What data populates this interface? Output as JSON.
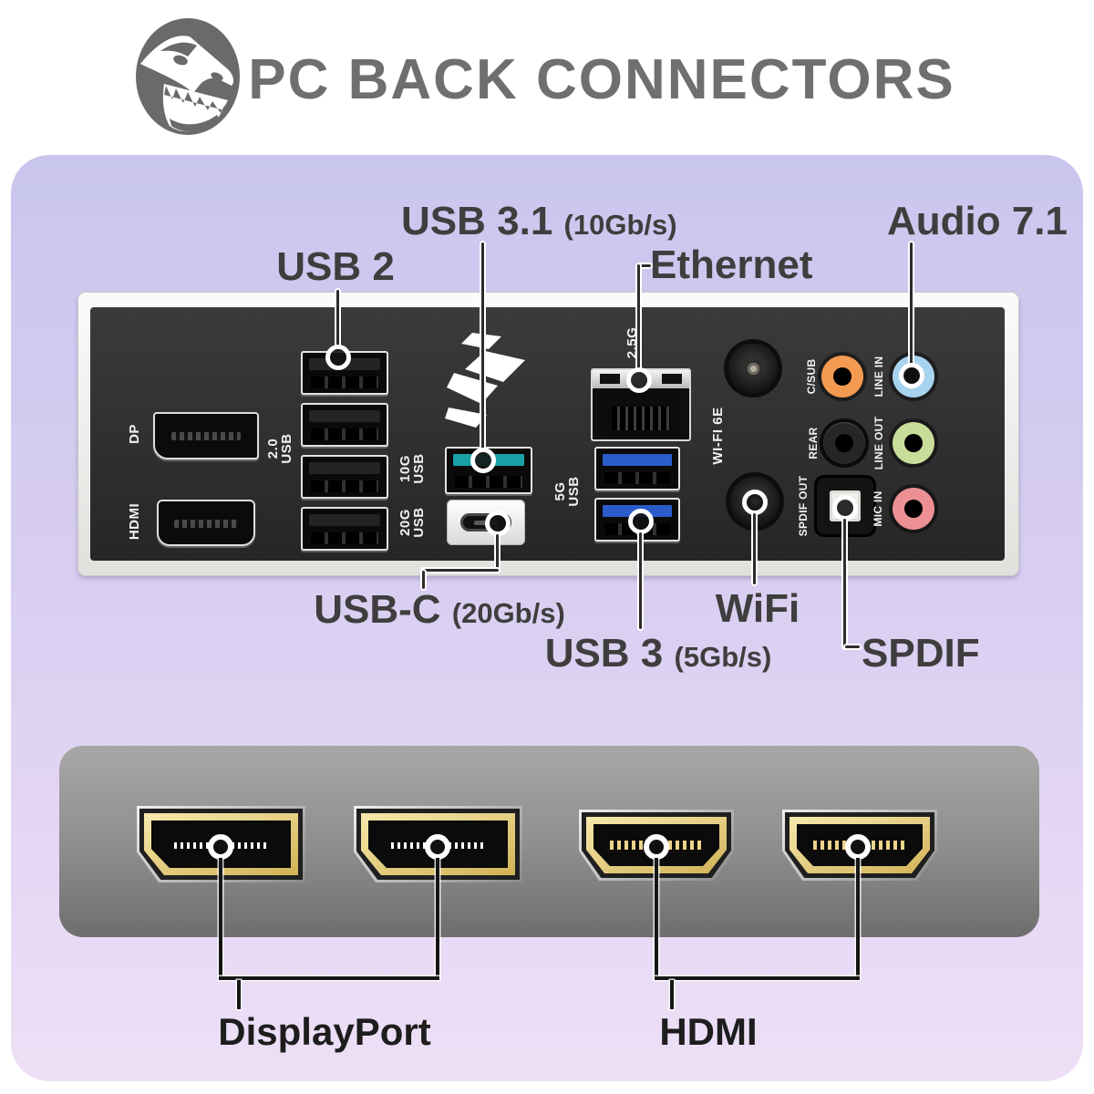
{
  "header": {
    "title": "PC BACK CONNECTORS",
    "logo": "dino-skull"
  },
  "mb": {
    "callouts": {
      "usb2": {
        "label": "USB 2"
      },
      "usb31": {
        "label": "USB 3.1",
        "speed": "(10Gb/s)"
      },
      "ethernet": {
        "label": "Ethernet"
      },
      "audio": {
        "label": "Audio 7.1"
      },
      "usbc": {
        "label": "USB-C",
        "speed": "(20Gb/s)"
      },
      "usb3": {
        "label": "USB 3",
        "speed": "(5Gb/s)"
      },
      "wifi": {
        "label": "WiFi"
      },
      "spdif": {
        "label": "SPDIF"
      }
    },
    "panel": {
      "dp": "DP",
      "hdmi": "HDMI",
      "usb2_l1": "2.0",
      "usb2_l2": "USB",
      "usb10g_l1": "10G",
      "usb10g_l2": "USB",
      "usb20g_l1": "20G",
      "usb20g_l2": "USB",
      "eth": "2.5G",
      "usb5g_l1": "5G",
      "usb5g_l2": "USB",
      "wifi": "WI-FI 6E",
      "jacks": [
        {
          "label": "C/SUB",
          "color": "#f49b51"
        },
        {
          "label": "LINE IN",
          "color": "#a8d3ef"
        },
        {
          "label": "REAR",
          "color": "#262626"
        },
        {
          "label": "LINE OUT",
          "color": "#c9dd9a"
        },
        {
          "label": "SPDIF OUT",
          "color": "#e8e8e4"
        },
        {
          "label": "MIC IN",
          "color": "#ec9094"
        }
      ]
    }
  },
  "gpu": {
    "displayport": "DisplayPort",
    "hdmi": "HDMI"
  },
  "colors": {
    "title_gray": "#6f6f6f",
    "label_dark": "#3e3e3e",
    "panel_bg_top": "#c9c6ee",
    "panel_bg_bottom": "#eedff6",
    "io_panel": "#2f2f2f",
    "usb_10g_port": "#18a0a6",
    "usb_5g_port": "#2b5cc9",
    "gpu_panel_top": "#a7a7a7",
    "gpu_panel_bottom": "#6e6e6e",
    "gold_port": "#d2b257"
  }
}
